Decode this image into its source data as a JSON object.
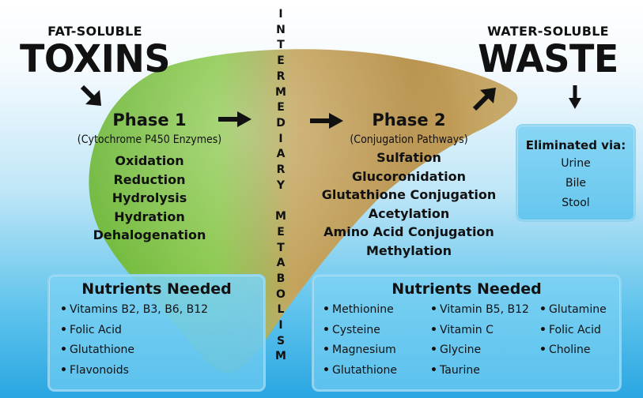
{
  "left_header": {
    "small": "FAT-SOLUBLE",
    "big": "TOXINS"
  },
  "right_header": {
    "small": "WATER-SOLUBLE",
    "big": "WASTE"
  },
  "intermediary_letters": [
    "I",
    "N",
    "T",
    "E",
    "R",
    "M",
    "E",
    "D",
    "I",
    "A",
    "R",
    "Y",
    "",
    "M",
    "E",
    "T",
    "A",
    "B",
    "O",
    "L",
    "I",
    "S",
    "M"
  ],
  "phase1": {
    "title": "Phase 1",
    "subtitle": "(Cytochrome P450 Enzymes)",
    "items": [
      "Oxidation",
      "Reduction",
      "Hydrolysis",
      "Hydration",
      "Dehalogenation"
    ]
  },
  "phase2": {
    "title": "Phase 2",
    "subtitle": "(Conjugation Pathways)",
    "items": [
      "Sulfation",
      "Glucoronidation",
      "Glutathione Conjugation",
      "Acetylation",
      "Amino Acid Conjugation",
      "Methylation"
    ]
  },
  "eliminated": {
    "title": "Eliminated via:",
    "items": [
      "Urine",
      "Bile",
      "Stool"
    ]
  },
  "nutrients1": {
    "title": "Nutrients Needed",
    "items": [
      "Vitamins B2, B3, B6, B12",
      "Folic Acid",
      "Glutathione",
      "Flavonoids"
    ]
  },
  "nutrients2": {
    "title": "Nutrients Needed",
    "col1": [
      "Methionine",
      "Cysteine",
      "Magnesium",
      "Glutathione"
    ],
    "col2": [
      "Vitamin B5, B12",
      "Vitamin C",
      "Glycine",
      "Taurine"
    ],
    "col3": [
      "Glutamine",
      "Folic Acid",
      "Choline"
    ]
  },
  "colors": {
    "liver_green": "#7fc24a",
    "liver_tan": "#b8914a",
    "box_fill": "#72cdf2",
    "box_border": "#8fd3f1",
    "arrow": "#111111"
  },
  "icons": {
    "arrows": "black-arrow-icon"
  }
}
